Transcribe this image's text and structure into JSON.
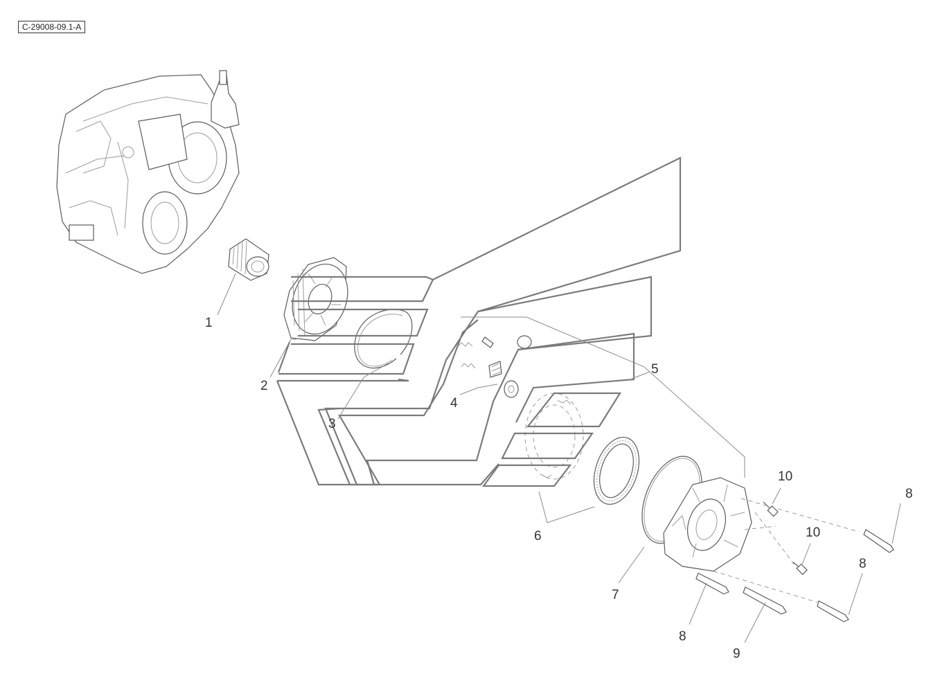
{
  "figure": {
    "reference_code": "C-29008-09.1-A"
  },
  "callouts": {
    "c1": "1",
    "c2": "2",
    "c3": "3",
    "c4": "4",
    "c5": "5",
    "c6": "6",
    "c7": "7",
    "c8a": "8",
    "c8b": "8",
    "c8c": "8",
    "c9": "9",
    "c10a": "10",
    "c10b": "10"
  },
  "colors": {
    "line": "#5a5a5a",
    "ghost_outline": "#7a7a7a",
    "text": "#333333",
    "background": "#ffffff"
  }
}
